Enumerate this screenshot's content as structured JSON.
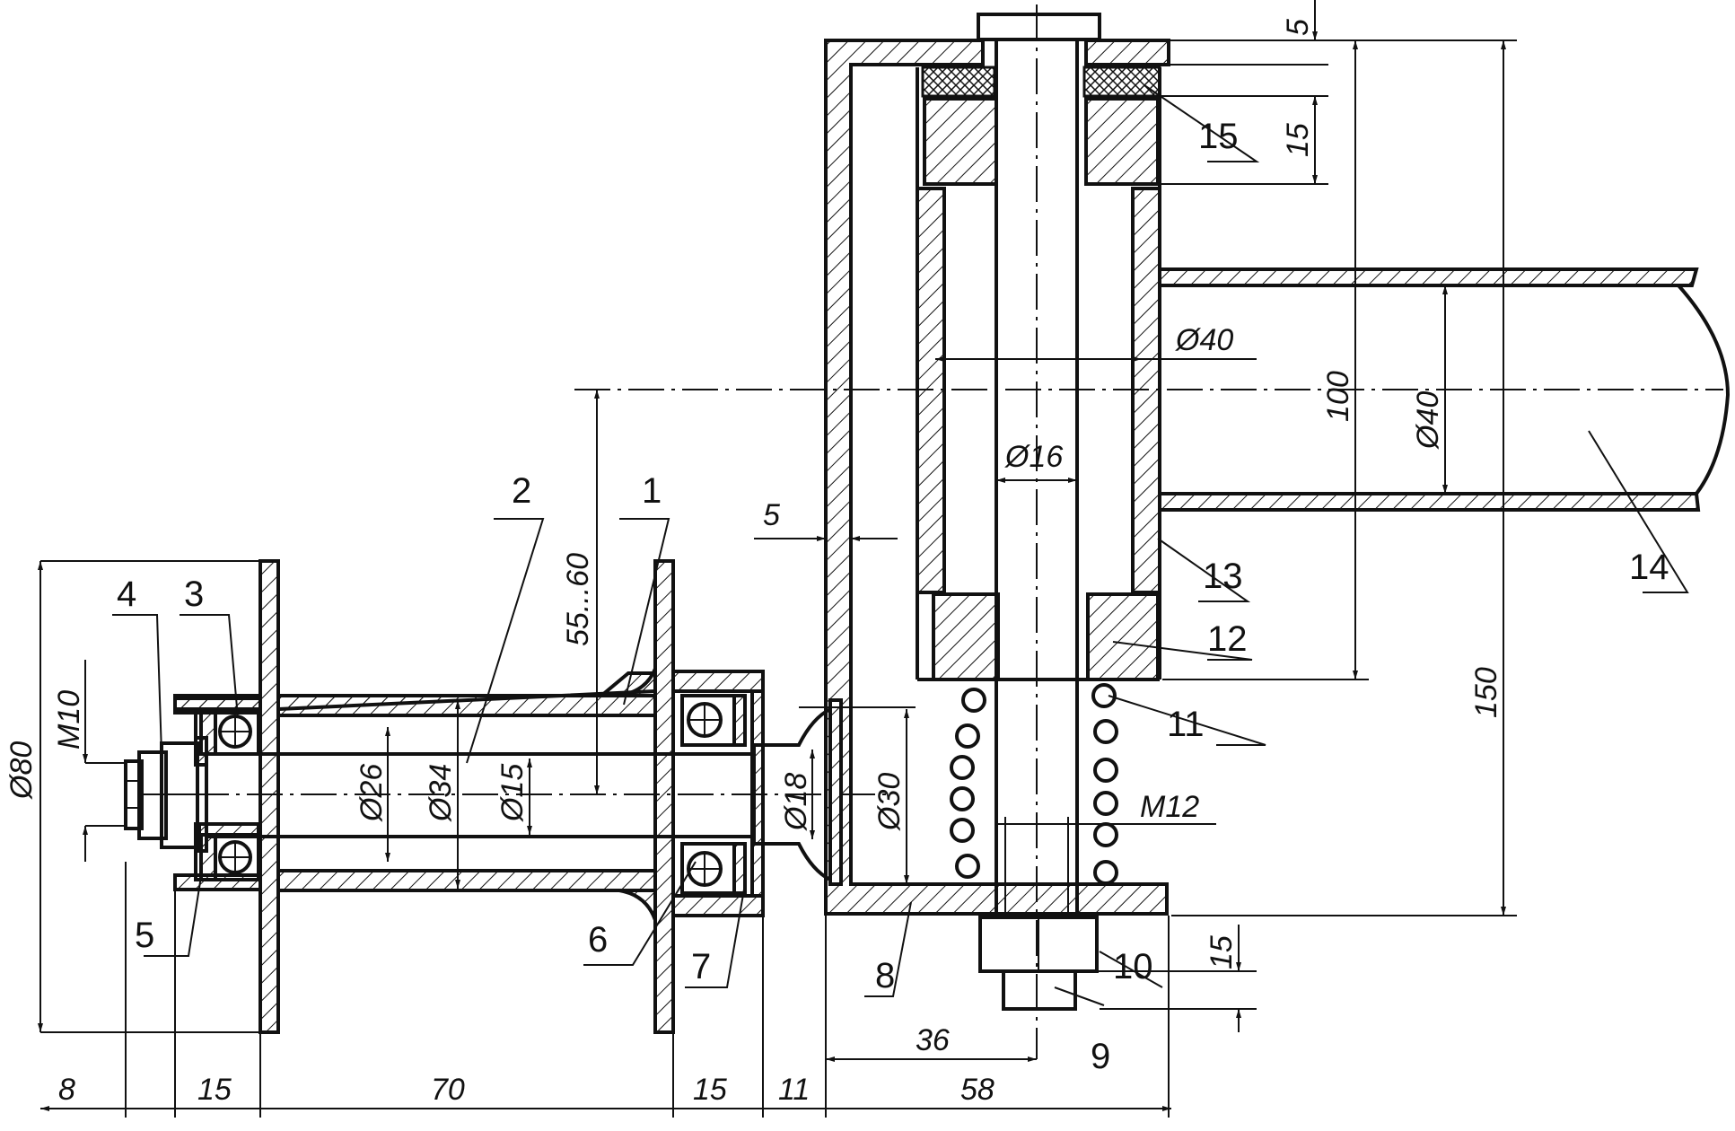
{
  "part_labels": [
    {
      "id": "1",
      "text": "1"
    },
    {
      "id": "2",
      "text": "2"
    },
    {
      "id": "3",
      "text": "3"
    },
    {
      "id": "4",
      "text": "4"
    },
    {
      "id": "5",
      "text": "5"
    },
    {
      "id": "6",
      "text": "6"
    },
    {
      "id": "7",
      "text": "7"
    },
    {
      "id": "8",
      "text": "8"
    },
    {
      "id": "9",
      "text": "9"
    },
    {
      "id": "10",
      "text": "10"
    },
    {
      "id": "11",
      "text": "11"
    },
    {
      "id": "12",
      "text": "12"
    },
    {
      "id": "13",
      "text": "13"
    },
    {
      "id": "14",
      "text": "14"
    },
    {
      "id": "15",
      "text": "15"
    }
  ],
  "dimensions": {
    "bottom_chain": [
      "8",
      "15",
      "70",
      "15",
      "11",
      "58"
    ],
    "base_36": "36",
    "flange_dia": "Ø80",
    "thread_m10": "M10",
    "bore_26": "Ø26",
    "hub_34": "Ø34",
    "axle_15": "Ø15",
    "journal_18": "Ø18",
    "boss_30": "Ø30",
    "offset_range": "55...60",
    "wall_5": "5",
    "tube_40": "Ø40",
    "bolt_16": "Ø16",
    "arm_40": "Ø40",
    "height_100": "100",
    "height_150": "150",
    "top_5": "5",
    "top_15": "15",
    "nut_15": "15",
    "thread_m12": "M12"
  }
}
